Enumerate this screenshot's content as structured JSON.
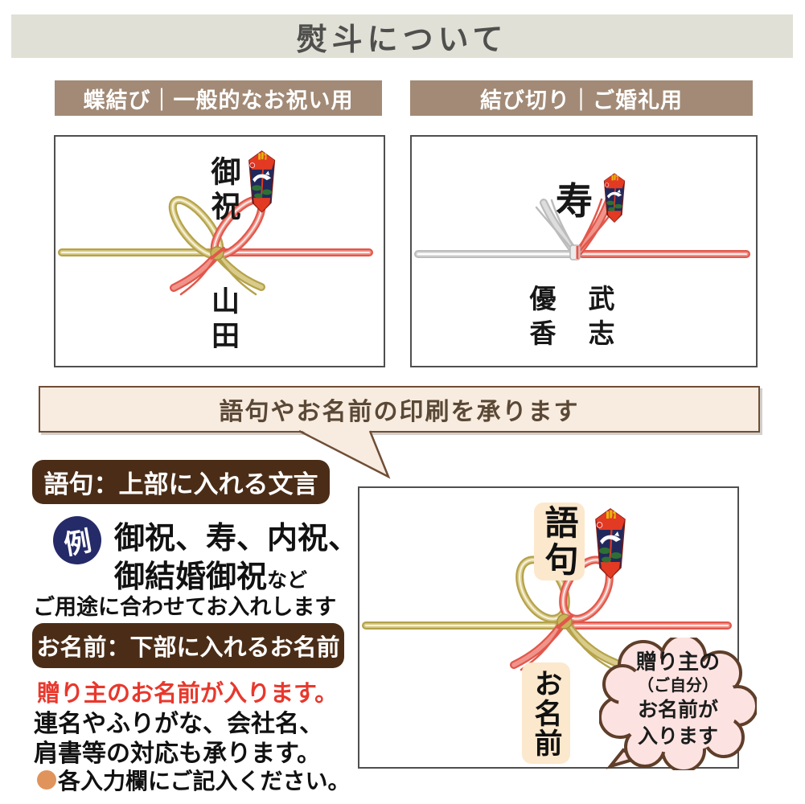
{
  "header": {
    "title": "熨斗について"
  },
  "tabs": {
    "butterfly_knot": "蝶結び｜一般的なお祝い用",
    "knot_cut": "結び切り｜ご婚礼用"
  },
  "noshi_left": {
    "phrase": "御祝",
    "name": "山田"
  },
  "noshi_right": {
    "phrase": "寿",
    "name_right": "武志",
    "name_left": "優香"
  },
  "banner": {
    "text": "語句やお名前の印刷を承ります"
  },
  "phrase_section": {
    "heading": "語句：上部に入れる文言",
    "example_badge": "例",
    "example_line1": "御祝、寿、内祝、",
    "example_line2": "御結婚御祝",
    "example_suffix": "など",
    "note": "ご用途に合わせてお入れします"
  },
  "name_section": {
    "heading": "お名前：下部に入れるお名前",
    "highlight": "贈り主のお名前が入ります。",
    "detail_line1": "連名やふりがな、会社名、",
    "detail_line2": "肩書等の対応も承ります。",
    "bullet_note": "各入力欄にご記入ください。"
  },
  "sample": {
    "phrase_placeholder": "語句",
    "name_placeholder": "お名前",
    "bubble_line1": "贈り主の",
    "bubble_line2": "（ご自分）",
    "bubble_line3": "お名前が",
    "bubble_line4": "入ります"
  },
  "colors": {
    "header_bg": "#e1e0d6",
    "tab_bg": "#a28a76",
    "heading_label_bg": "#4b2d17",
    "example_badge_bg": "#252a68",
    "banner_bg": "#f8ebdf",
    "banner_border": "#6f4e36",
    "highlight_red": "#e8382d",
    "bullet_orange": "#e0945c",
    "placeholder_bg": "#fce8cc",
    "bubble_bg": "#fce3e1",
    "bubble_border": "#5f3e2a",
    "gold_cord": "#b5a24b",
    "red_cord": "#e2574b",
    "silver_cord": "#bcbcbc"
  }
}
